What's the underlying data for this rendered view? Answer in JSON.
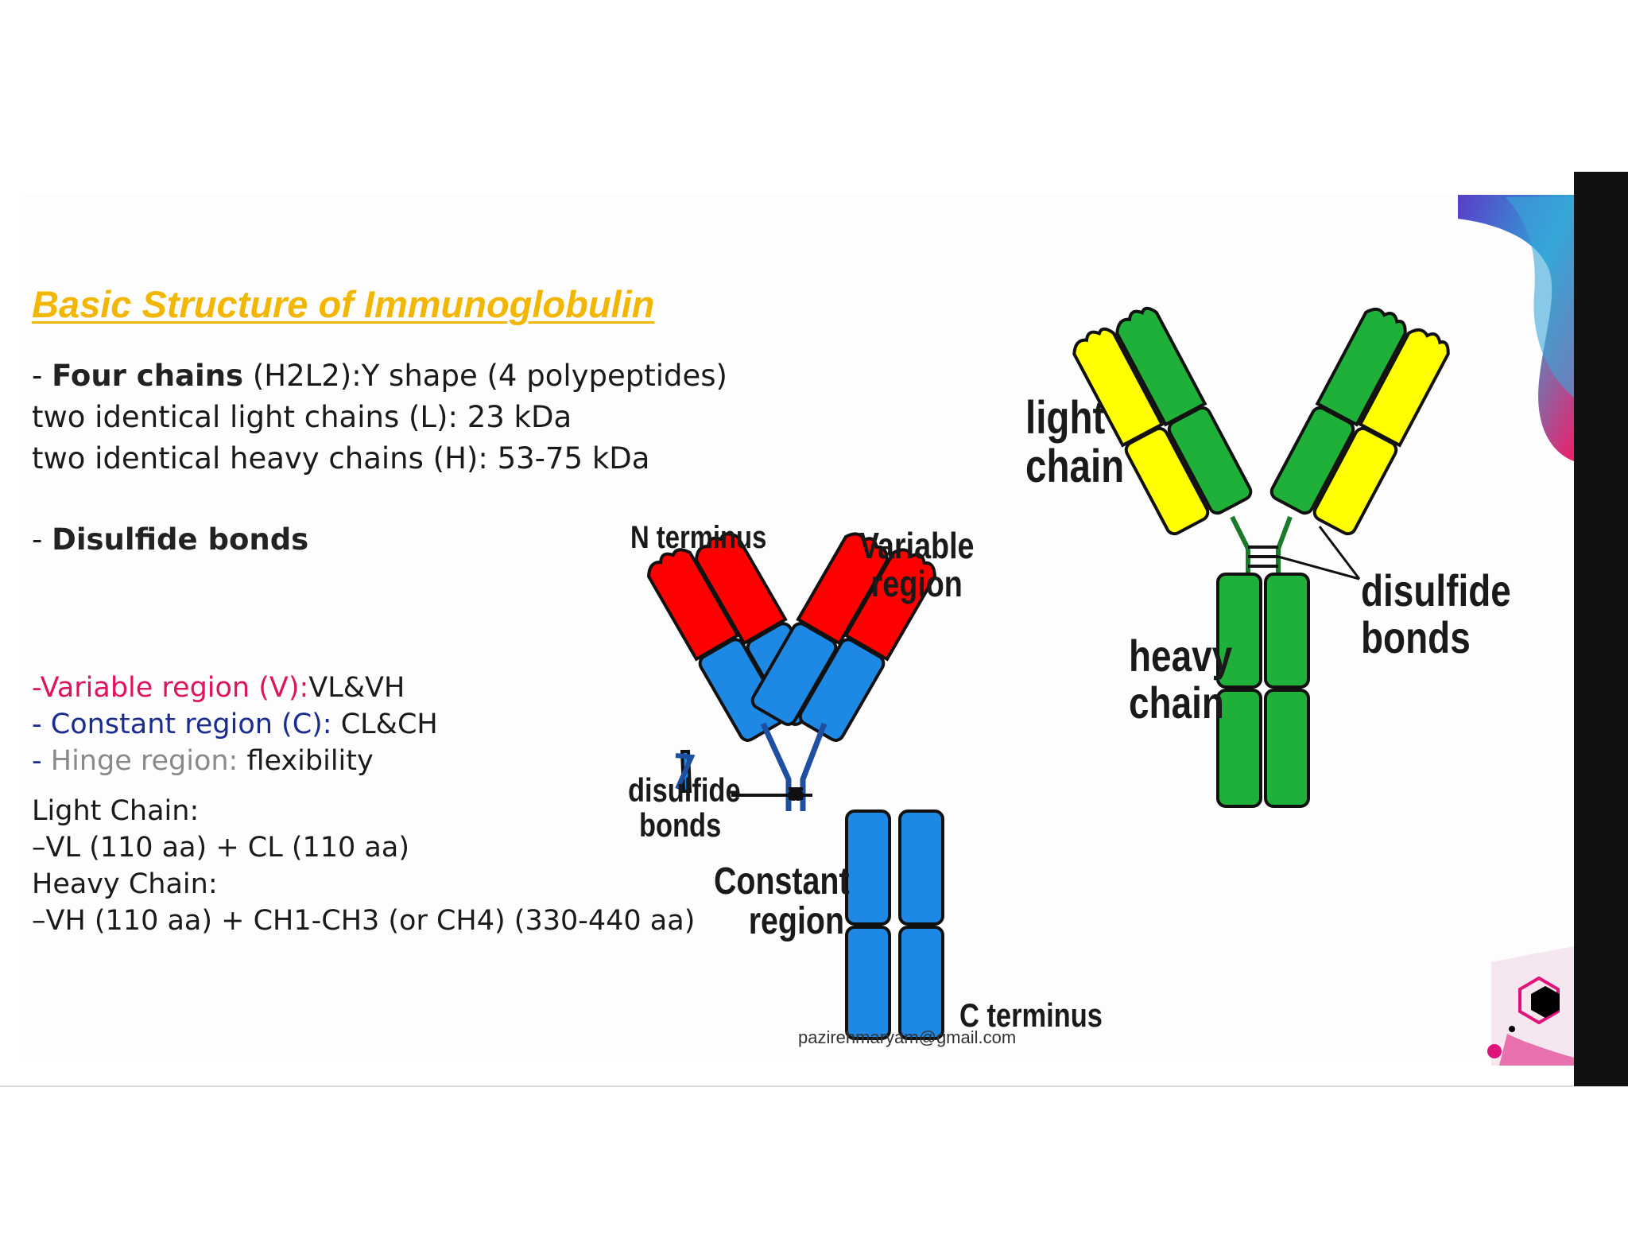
{
  "slide": {
    "title": "Basic Structure of Immunoglobulin",
    "lines": {
      "four_chains_dash": "- ",
      "four_chains_bold": "Four chains",
      "four_chains_rest": " (H2L2):Y shape (4 polypeptides)",
      "light_chains": "two identical light chains (L): 23 kDa",
      "heavy_chains": "two identical heavy chains (H): 53-75 kDa",
      "disulfide_dash": "- ",
      "disulfide_bold": "Disulfide bonds"
    },
    "regions": {
      "variable_dash": "-",
      "variable_label": "Variable region (V):",
      "variable_value": "VL&VH",
      "constant_dash": "- ",
      "constant_label": "Constant region (C):",
      "constant_value": " CL&CH",
      "hinge_dash": "- ",
      "hinge_label": "Hinge region:",
      "hinge_value": " flexibility"
    },
    "chains": {
      "light_heading": "Light Chain:",
      "light_detail": "–VL (110 aa) + CL (110 aa)",
      "heavy_heading": "Heavy Chain:",
      "heavy_detail": "–VH (110 aa) + CH1-CH3 (or CH4) (330-440 aa)"
    }
  },
  "diagram_left": {
    "n_terminus": "N terminus",
    "variable_region": "Variable region",
    "disulfide_bonds": "disulfide bonds",
    "constant_region": "Constant region",
    "c_terminus": "C terminus",
    "colors": {
      "variable": "#ff0000",
      "constant": "#1e88e5"
    }
  },
  "diagram_right": {
    "light_chain": "light chain",
    "heavy_chain": "heavy chain",
    "disulfide_bonds": "disulfide bonds",
    "colors": {
      "light": "#ffff00",
      "heavy": "#1fb03a"
    }
  },
  "footer": {
    "email": "pazirehmaryam@gmail.com"
  },
  "colors": {
    "title": "#f2b705",
    "variable_text": "#e0135f",
    "constant_text": "#1a2c8f",
    "hinge_text": "#8a8a8a"
  }
}
